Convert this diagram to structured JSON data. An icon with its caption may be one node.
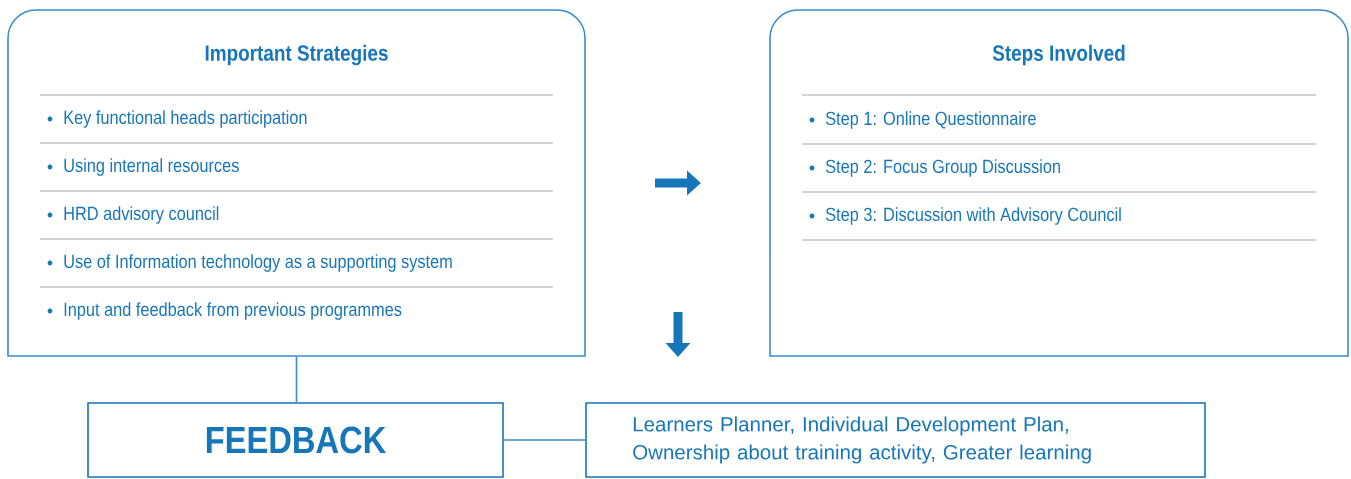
{
  "diagram": {
    "nodes": [
      {
        "text": [
          "Important Strategies",
          "Key functional heads participation",
          "Using internal resources",
          "HRD advisory council",
          "Use of Information technology as a supporting system",
          "Input and feedback from previous programmes"
        ]
      },
      {
        "text": [
          "Steps Involved",
          "Step 1: Online Questionnaire",
          "Step 2: Focus Group Discussion",
          "Step 3: Discussion with Advisory Council"
        ]
      },
      {
        "text": [
          "FEEDBACK"
        ]
      },
      {
        "text": [
          "Learners Planner, Individual Development Plan, Ownership about training activity, Greater learning"
        ]
      }
    ],
    "edges": [
      {
        "from": 0,
        "to": 2,
        "arrow": "none"
      },
      {
        "from": 2,
        "to": 3,
        "arrow": "none"
      }
    ]
  }
}
